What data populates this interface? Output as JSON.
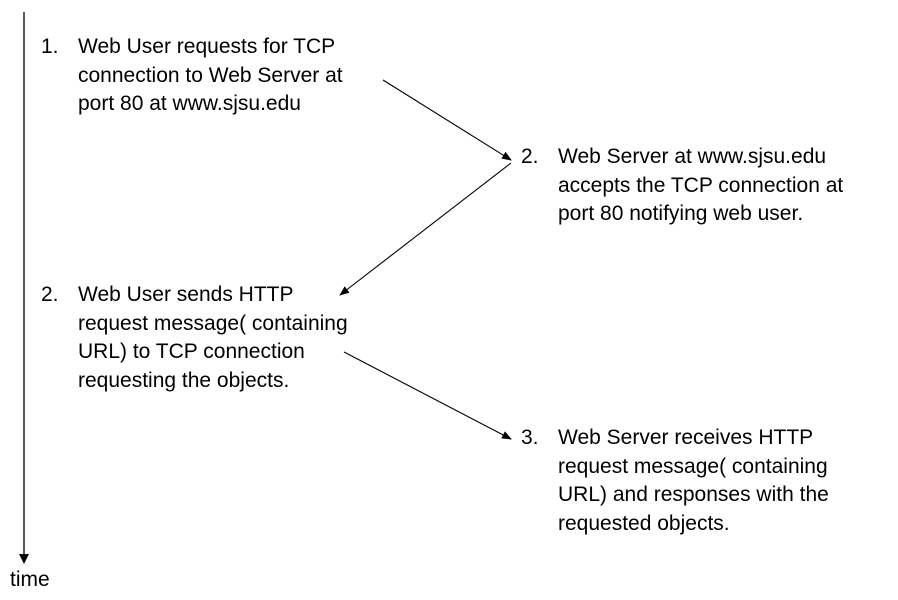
{
  "axis": {
    "label": "time"
  },
  "steps": [
    {
      "number": "1.",
      "lines": [
        "Web User requests for TCP",
        "connection to Web Server at",
        "port 80 at www.sjsu.edu"
      ]
    },
    {
      "number": "2.",
      "lines": [
        "Web Server at www.sjsu.edu",
        "accepts the TCP connection at",
        "port 80 notifying web user."
      ]
    },
    {
      "number": "2.",
      "lines": [
        "Web User sends HTTP",
        "request message( containing",
        "URL)  to TCP connection",
        "requesting the objects."
      ]
    },
    {
      "number": "3.",
      "lines": [
        "Web Server receives HTTP",
        "request message( containing",
        "URL) and responses with the",
        "requested objects."
      ]
    }
  ]
}
